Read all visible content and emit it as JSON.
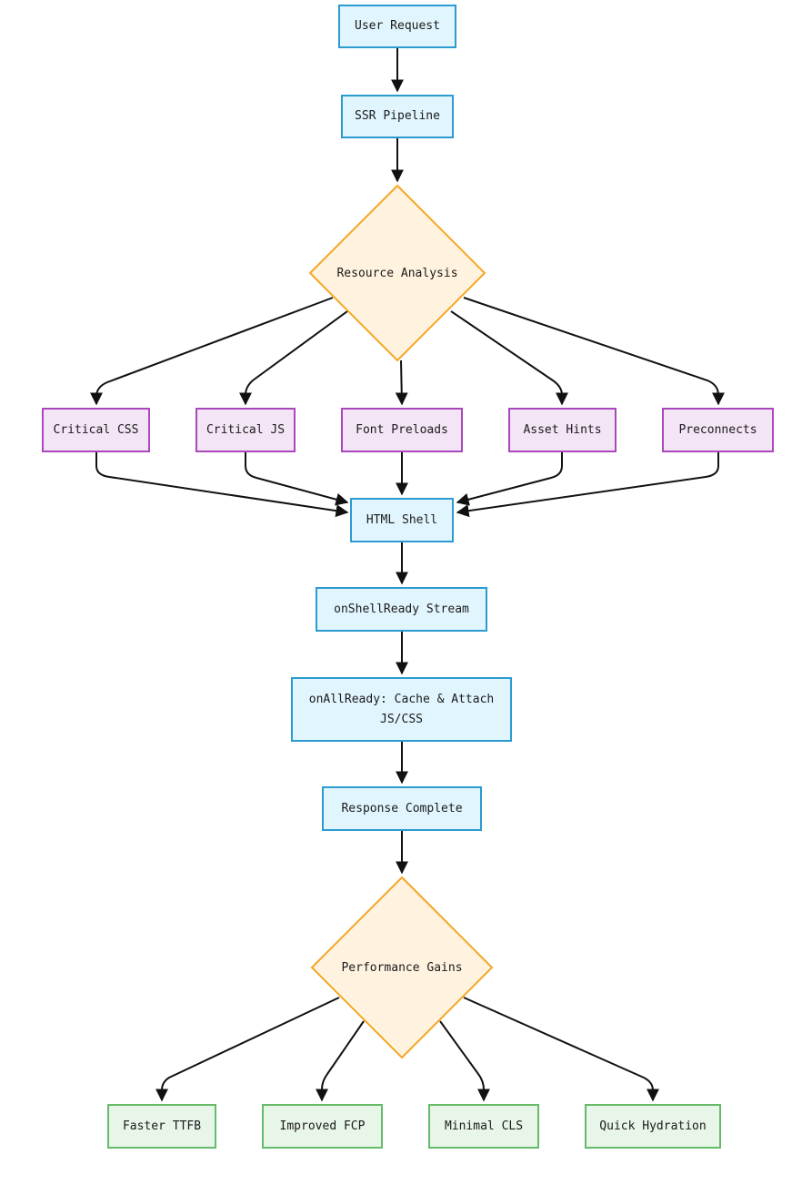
{
  "colors": {
    "process_fill": "#e1f5fe",
    "process_border": "#2b9bd0",
    "decision_fill": "#fff3e0",
    "decision_border": "#f5a623",
    "resource_fill": "#f3e5f5",
    "resource_border": "#ab47bc",
    "outcome_fill": "#e8f5e9",
    "outcome_border": "#66bb6a",
    "edge": "#111111"
  },
  "nodes": {
    "user_request": "User Request",
    "ssr_pipeline": "SSR Pipeline",
    "resource_analysis": "Resource Analysis",
    "critical_css": "Critical CSS",
    "critical_js": "Critical JS",
    "font_preloads": "Font Preloads",
    "asset_hints": "Asset Hints",
    "preconnects": "Preconnects",
    "html_shell": "HTML Shell",
    "on_shell_ready": "onShellReady Stream",
    "on_all_ready_line1": "onAllReady: Cache & Attach",
    "on_all_ready_line2": "JS/CSS",
    "response_complete": "Response Complete",
    "performance_gains": "Performance Gains",
    "faster_ttfb": "Faster TTFB",
    "improved_fcp": "Improved FCP",
    "minimal_cls": "Minimal CLS",
    "quick_hydration": "Quick Hydration"
  },
  "edges": [
    [
      "user_request",
      "ssr_pipeline"
    ],
    [
      "ssr_pipeline",
      "resource_analysis"
    ],
    [
      "resource_analysis",
      "critical_css"
    ],
    [
      "resource_analysis",
      "critical_js"
    ],
    [
      "resource_analysis",
      "font_preloads"
    ],
    [
      "resource_analysis",
      "asset_hints"
    ],
    [
      "resource_analysis",
      "preconnects"
    ],
    [
      "critical_css",
      "html_shell"
    ],
    [
      "critical_js",
      "html_shell"
    ],
    [
      "font_preloads",
      "html_shell"
    ],
    [
      "asset_hints",
      "html_shell"
    ],
    [
      "preconnects",
      "html_shell"
    ],
    [
      "html_shell",
      "on_shell_ready"
    ],
    [
      "on_shell_ready",
      "on_all_ready"
    ],
    [
      "on_all_ready",
      "response_complete"
    ],
    [
      "response_complete",
      "performance_gains"
    ],
    [
      "performance_gains",
      "faster_ttfb"
    ],
    [
      "performance_gains",
      "improved_fcp"
    ],
    [
      "performance_gains",
      "minimal_cls"
    ],
    [
      "performance_gains",
      "quick_hydration"
    ]
  ]
}
